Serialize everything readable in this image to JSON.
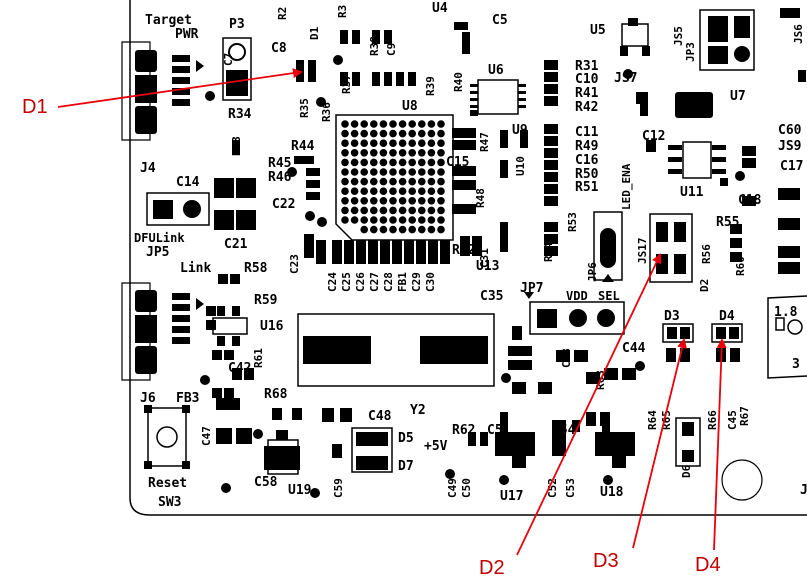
{
  "board": {
    "silkscreen_labels": [
      "Target",
      "PWR",
      "P3",
      "C7",
      "C8",
      "D1",
      "R2",
      "R3",
      "U4",
      "C5",
      "U5",
      "JS5",
      "JS6",
      "JP3",
      "R31",
      "C10",
      "R41",
      "R42",
      "JS7",
      "U7",
      "R37",
      "R38",
      "C9",
      "R39",
      "R40",
      "U6",
      "R34",
      "R35",
      "R36",
      "U8",
      "R43",
      "R44",
      "R45",
      "R46",
      "R47",
      "U9",
      "C11",
      "R49",
      "C16",
      "R50",
      "R51",
      "LED_ENA",
      "C12",
      "C60",
      "JS9",
      "C17",
      "C15",
      "U10",
      "U11",
      "C18",
      "J4",
      "C14",
      "C22",
      "DFULink",
      "JP5",
      "C21",
      "R52",
      "R48",
      "R53",
      "R54",
      "R55",
      "R56",
      "R60",
      "JS17",
      "D2",
      "JP6",
      "VDD",
      "SEL",
      "JP7",
      "C35",
      "C23",
      "C24",
      "C25",
      "C26",
      "C27",
      "C28",
      "FB1",
      "C29",
      "C30",
      "C31",
      "U13",
      "Link",
      "R58",
      "R59",
      "U16",
      "Y2",
      "C42",
      "R61",
      "C43",
      "C44",
      "D3",
      "D4",
      "1.8",
      "3",
      "J6",
      "FB3",
      "R68",
      "C48",
      "R62",
      "C51",
      "C54",
      "R63",
      "R64",
      "R65",
      "R66",
      "R67",
      "C45",
      "C47",
      "D5",
      "+5V",
      "D7",
      "D6",
      "Reset",
      "SW3",
      "C58",
      "U19",
      "C59",
      "C49",
      "C50",
      "U17",
      "C52",
      "C53",
      "U18",
      "J"
    ]
  },
  "callouts": {
    "d1": "D1",
    "d2": "D2",
    "d3": "D3",
    "d4": "D4"
  },
  "colors": {
    "arrow": "#e8000b",
    "callout_text": "#c00000",
    "silkscreen": "#000000"
  }
}
